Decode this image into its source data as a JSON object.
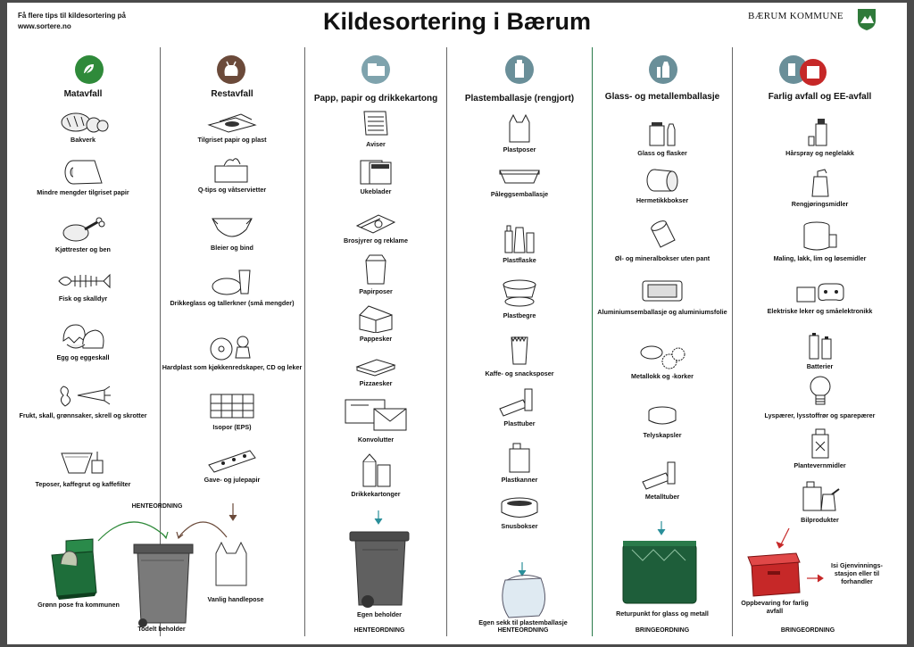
{
  "header": {
    "tip_line1": "Få flere tips til kildesortering på",
    "tip_line2": "www.sortere.no",
    "title": "Kildesortering i Bærum",
    "brand": "BÆRUM KOMMUNE"
  },
  "colors": {
    "green": "#2f8a3a",
    "brown": "#6b4a3a",
    "teal": "#6a8f99",
    "red": "#c62828",
    "bin_green": "#1e5e3a",
    "bin_grey": "#606060"
  },
  "columns": [
    {
      "title": "Matavfall",
      "items": [
        "Bakverk",
        "Mindre mengder tilgriset papir",
        "Kjøttrester og ben",
        "Fisk og skalldyr",
        "Egg og eggeskall",
        "Frukt, skall, grønnsaker, skrell og skrotter",
        "Teposer, kaffegrut og kaffefilter"
      ]
    },
    {
      "title": "Restavfall",
      "items": [
        "Tilgriset papir og plast",
        "Q-tips og våtservietter",
        "Bleier og bind",
        "Drikkeglass og tallerkner (små mengder)",
        "Hardplast som kjøkkenredskaper, CD og leker",
        "Isopor (EPS)",
        "Gave- og julepapir"
      ]
    },
    {
      "title": "Papp, papir og drikkekartong",
      "items": [
        "Aviser",
        "Ukeblader",
        "Brosjyrer og reklame",
        "Papirposer",
        "Pappesker",
        "Pizzaesker",
        "Konvolutter",
        "Drikkekartonger"
      ]
    },
    {
      "title": "Plastemballasje (rengjort)",
      "items": [
        "Plastposer",
        "Påleggsemballasje",
        "Plastflaske",
        "Plastbegre",
        "Kaffe- og snacksposer",
        "Plasttuber",
        "Plastkanner",
        "Snusbokser"
      ]
    },
    {
      "title": "Glass- og metallemballasje",
      "items": [
        "Glass og flasker",
        "Hermetikkbokser",
        "Øl- og mineralbokser uten pant",
        "Aluminiumsemballasje og aluminiumsfolie",
        "Metallokk og -korker",
        "Telyskapsler",
        "Metalltuber"
      ]
    },
    {
      "title": "Farlig avfall og EE-avfall",
      "items": [
        "Hårspray og neglelakk",
        "Rengjøringsmidler",
        "Maling, lakk, lim og løsemidler",
        "Elektriske leker og småelektronikk",
        "Batterier",
        "Lyspærer, lysstoffrør og sparepærer",
        "Plantevernmidler",
        "Bilprodukter"
      ]
    }
  ],
  "bottom": {
    "henteordning_top": "HENTEORDNING",
    "green_bag": "Grønn pose fra kommunen",
    "split_bin": "Todelt beholder",
    "plain_bag": "Vanlig handlepose",
    "own_bin": "Egen beholder",
    "plastic_sack": "Egen sekk til plastemballasje",
    "glass_return": "Returpunkt for glass og metall",
    "hazard_storage": "Oppbevaring for farlig avfall",
    "recycling_station": "Isi Gjenvinnings- stasjon eller til forhandler",
    "foot_papp": "HENTEORDNING",
    "foot_plast": "HENTEORDNING",
    "foot_glass": "BRINGEORDNING",
    "foot_farlig": "BRINGEORDNING"
  }
}
